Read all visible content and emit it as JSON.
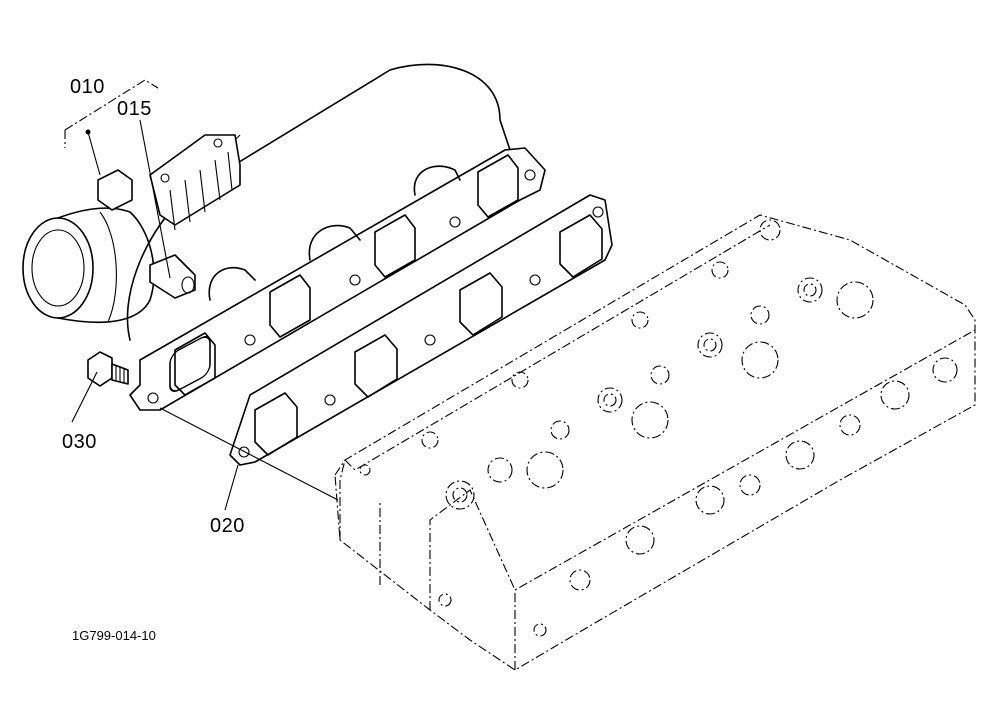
{
  "callouts": {
    "manifold": "010",
    "fitting": "015",
    "gasket": "020",
    "bolt": "030"
  },
  "figure_ref": "1G799-014-10",
  "colors": {
    "line": "#000000",
    "background": "#ffffff"
  }
}
